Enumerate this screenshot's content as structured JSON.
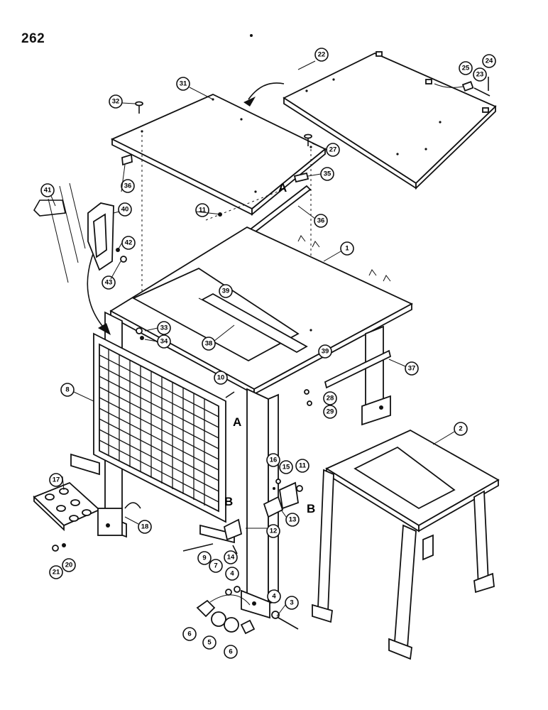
{
  "page_number": "262",
  "view_markers": [
    "A",
    "A",
    "B",
    "B"
  ],
  "callouts": [
    "1",
    "2",
    "3",
    "4",
    "4",
    "5",
    "6",
    "6",
    "7",
    "8",
    "9",
    "10",
    "11",
    "11",
    "12",
    "13",
    "14",
    "15",
    "16",
    "17",
    "18",
    "20",
    "21",
    "22",
    "23",
    "24",
    "25",
    "27",
    "28",
    "29",
    "31",
    "32",
    "33",
    "34",
    "35",
    "36",
    "36",
    "37",
    "38",
    "39",
    "39",
    "40",
    "41",
    "42",
    "43"
  ]
}
